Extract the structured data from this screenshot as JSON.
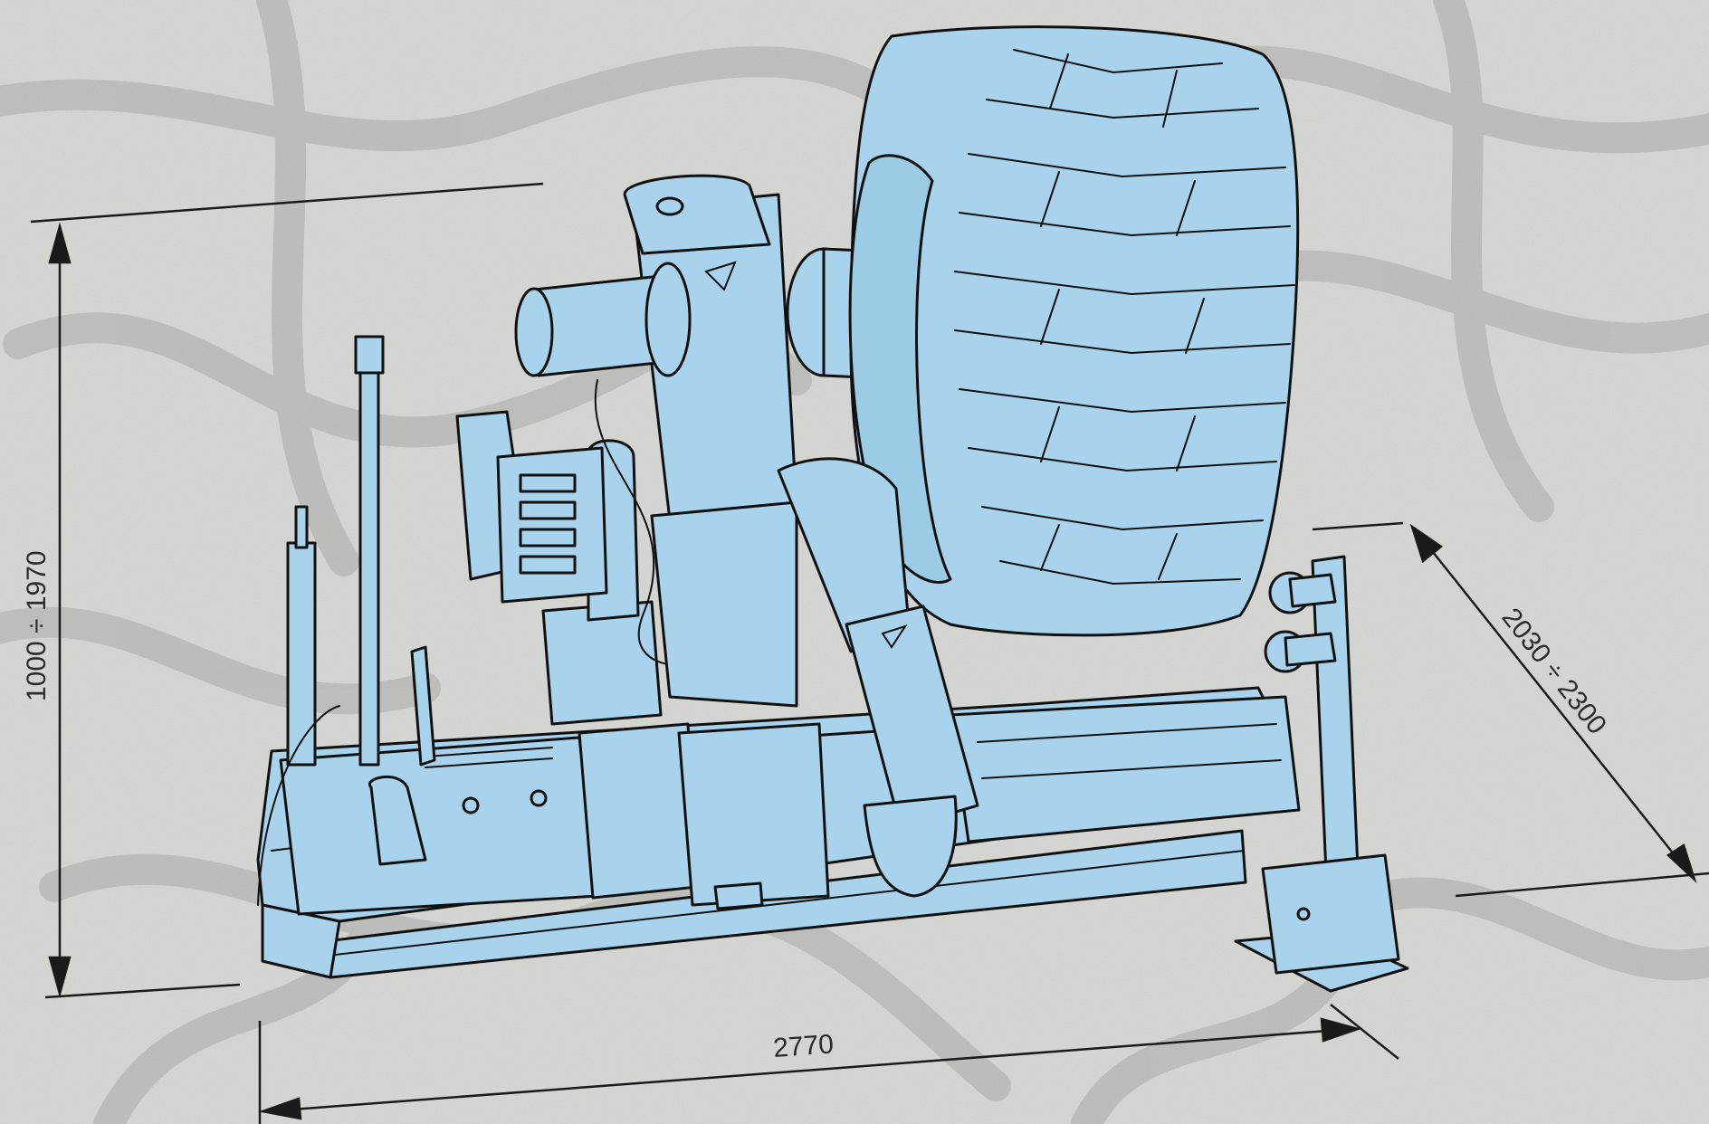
{
  "diagram": {
    "dimensions": {
      "height": "1000 ÷ 1970",
      "length": "2770",
      "depth": "2030 ÷ 2300"
    },
    "colors": {
      "background": "#d6d6d3",
      "machine": "#a9d3ec",
      "outline": "#111111",
      "dimension_line": "#1a1a1a"
    }
  }
}
